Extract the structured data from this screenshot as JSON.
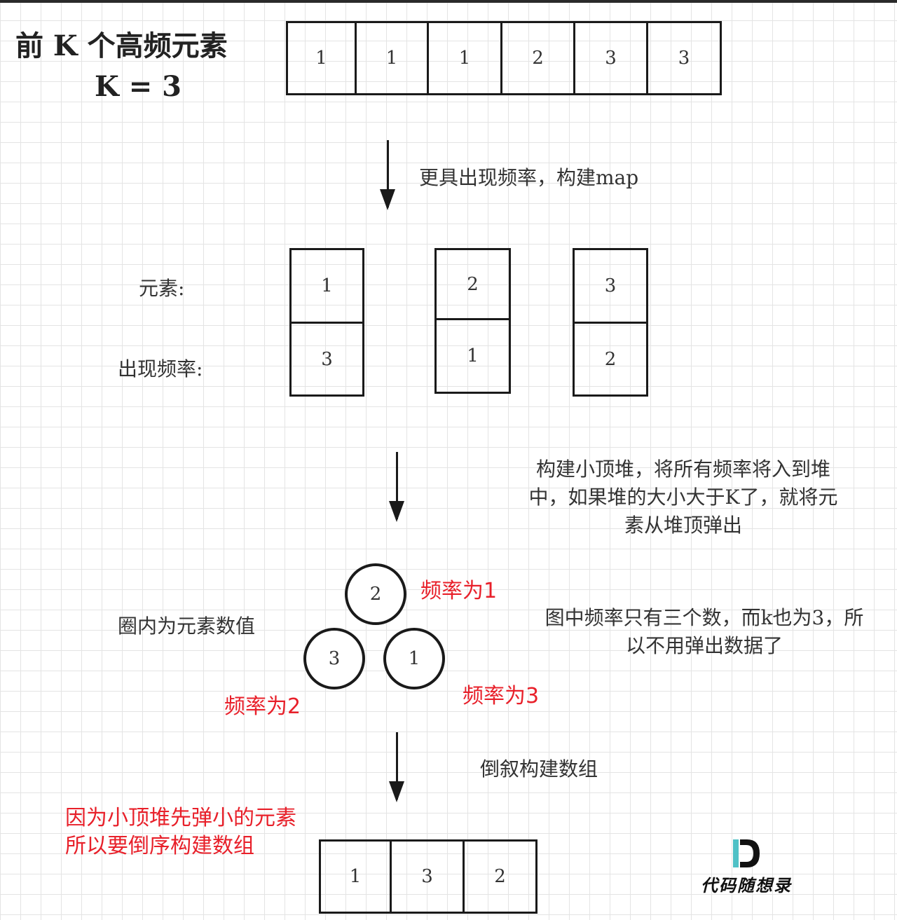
{
  "title": {
    "line1": "前 K 个高频元素",
    "line2": "K = 3"
  },
  "input_array": [
    "1",
    "1",
    "1",
    "2",
    "3",
    "3"
  ],
  "step1_label": "更具出现频率，构建map",
  "map": {
    "row_label_element": "元素:",
    "row_label_frequency": "出现频率:",
    "entries": [
      {
        "element": "1",
        "frequency": "3"
      },
      {
        "element": "2",
        "frequency": "1"
      },
      {
        "element": "3",
        "frequency": "2"
      }
    ]
  },
  "step2_note": {
    "line1": "构建小顶堆，将所有频率将入到堆",
    "line2": "中，如果堆的大小大于K了，就将元",
    "line3": "素从堆顶弹出"
  },
  "heap": {
    "nodes": [
      {
        "value": "2",
        "freq_label": "频率为1"
      },
      {
        "value": "3",
        "freq_label": "频率为2"
      },
      {
        "value": "1",
        "freq_label": "频率为3"
      }
    ],
    "circle_label": "圈内为元素数值",
    "side_note": {
      "line1": "图中频率只有三个数，而k也为3，所",
      "line2": "以不用弹出数据了"
    }
  },
  "step3_label": "倒叙构建数组",
  "explain": {
    "line1": "因为小顶堆先弹小的元素",
    "line2": "所以要倒序构建数组"
  },
  "result_array": [
    "1",
    "3",
    "2"
  ],
  "logo": {
    "text": "代码随想录"
  },
  "colors": {
    "red": "#e8202a",
    "line": "#1a1a1a",
    "logo_teal": "#4fc1c6"
  }
}
